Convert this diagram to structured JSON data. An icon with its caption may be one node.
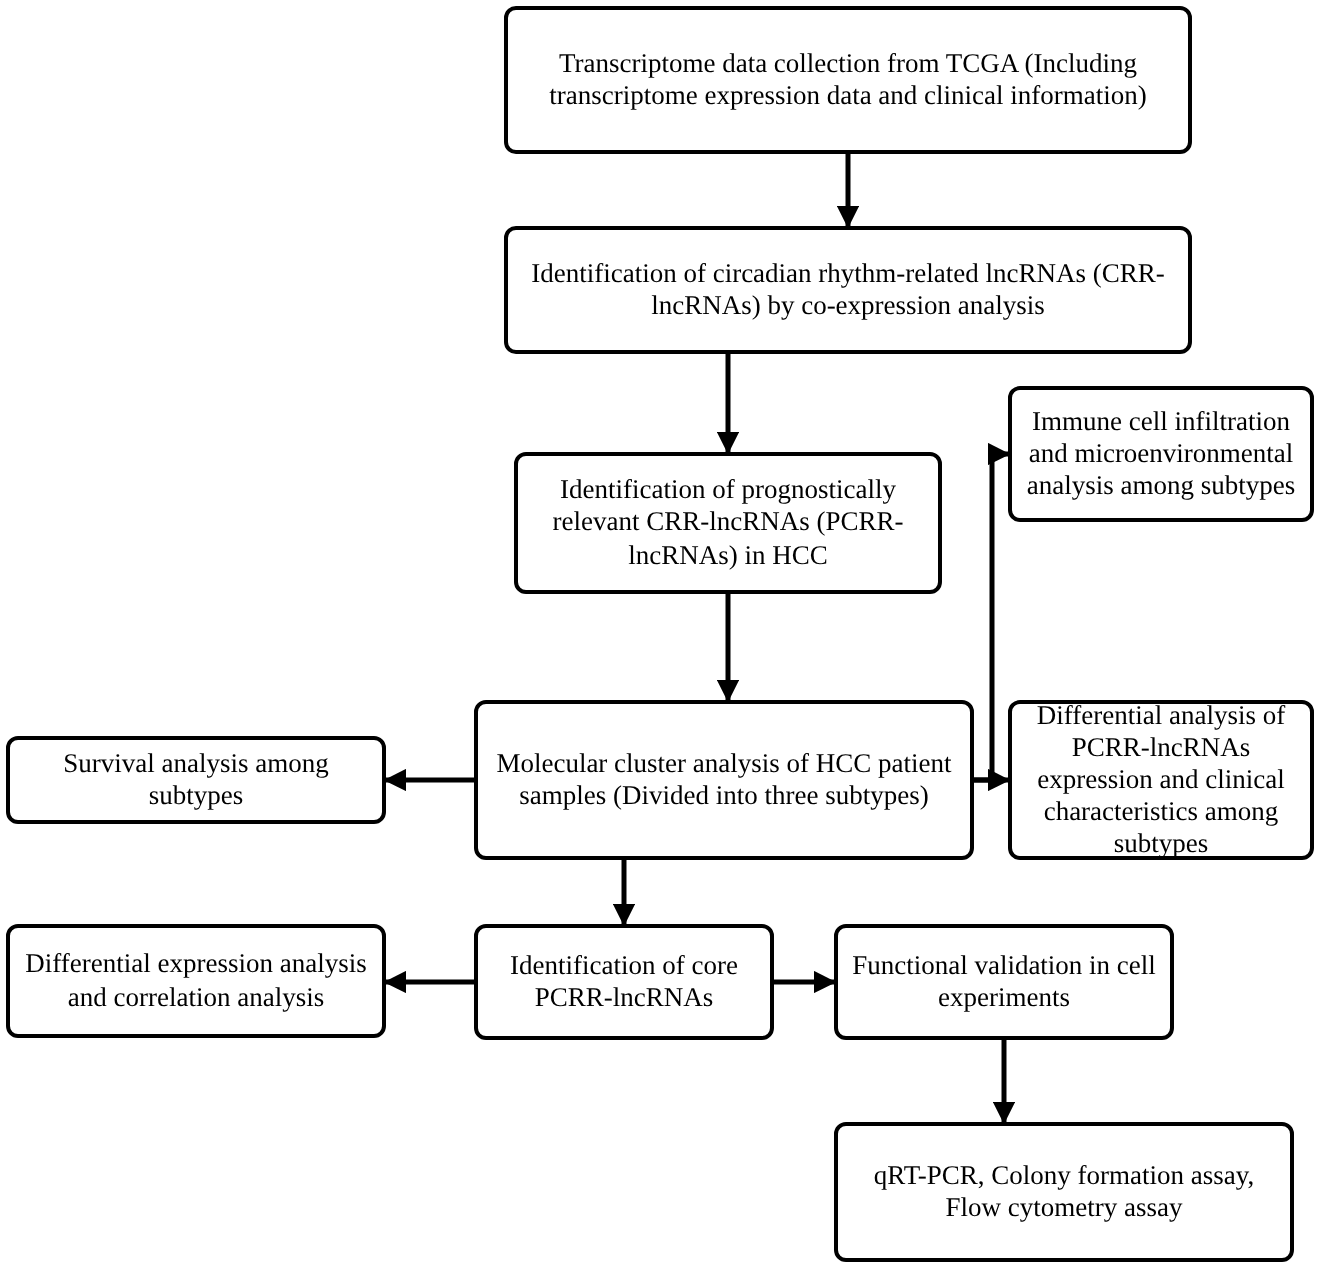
{
  "diagram": {
    "nodes": [
      {
        "text": [
          "Transcriptome data collection from TCGA (Including transcriptome expression data and clinical information)"
        ]
      },
      {
        "text": [
          "Identification of circadian rhythm-related lncRNAs (CRR-lncRNAs) by co-expression analysis"
        ]
      },
      {
        "text": [
          "Identification of prognostically relevant CRR-lncRNAs (PCRR-lncRNAs) in HCC"
        ]
      },
      {
        "text": [
          "Immune cell infiltration and microenvironmental analysis among subtypes"
        ]
      },
      {
        "text": [
          "Survival analysis among subtypes"
        ]
      },
      {
        "text": [
          "Molecular cluster analysis of HCC patient samples (Divided into three subtypes)"
        ]
      },
      {
        "text": [
          "Differential analysis of PCRR-lncRNAs expression and clinical characteristics among subtypes"
        ]
      },
      {
        "text": [
          "Differential expression analysis and correlation analysis"
        ]
      },
      {
        "text": [
          "Identification of core PCRR-lncRNAs"
        ]
      },
      {
        "text": [
          "Functional validation in cell experiments"
        ]
      },
      {
        "text": [
          "qRT-PCR, Colony formation assay, Flow cytometry assay"
        ]
      }
    ],
    "edges": [
      {
        "from": 0,
        "to": 1,
        "arrow": "to"
      },
      {
        "from": 1,
        "to": 2,
        "arrow": "to"
      },
      {
        "from": 2,
        "to": 5,
        "arrow": "to"
      },
      {
        "from": 5,
        "to": 4,
        "arrow": "to"
      },
      {
        "from": 5,
        "to": 3,
        "arrow": "to"
      },
      {
        "from": 5,
        "to": 6,
        "arrow": "to"
      },
      {
        "from": 5,
        "to": 8,
        "arrow": "to"
      },
      {
        "from": 8,
        "to": 7,
        "arrow": "to"
      },
      {
        "from": 8,
        "to": 9,
        "arrow": "to"
      },
      {
        "from": 9,
        "to": 10,
        "arrow": "to"
      }
    ]
  }
}
